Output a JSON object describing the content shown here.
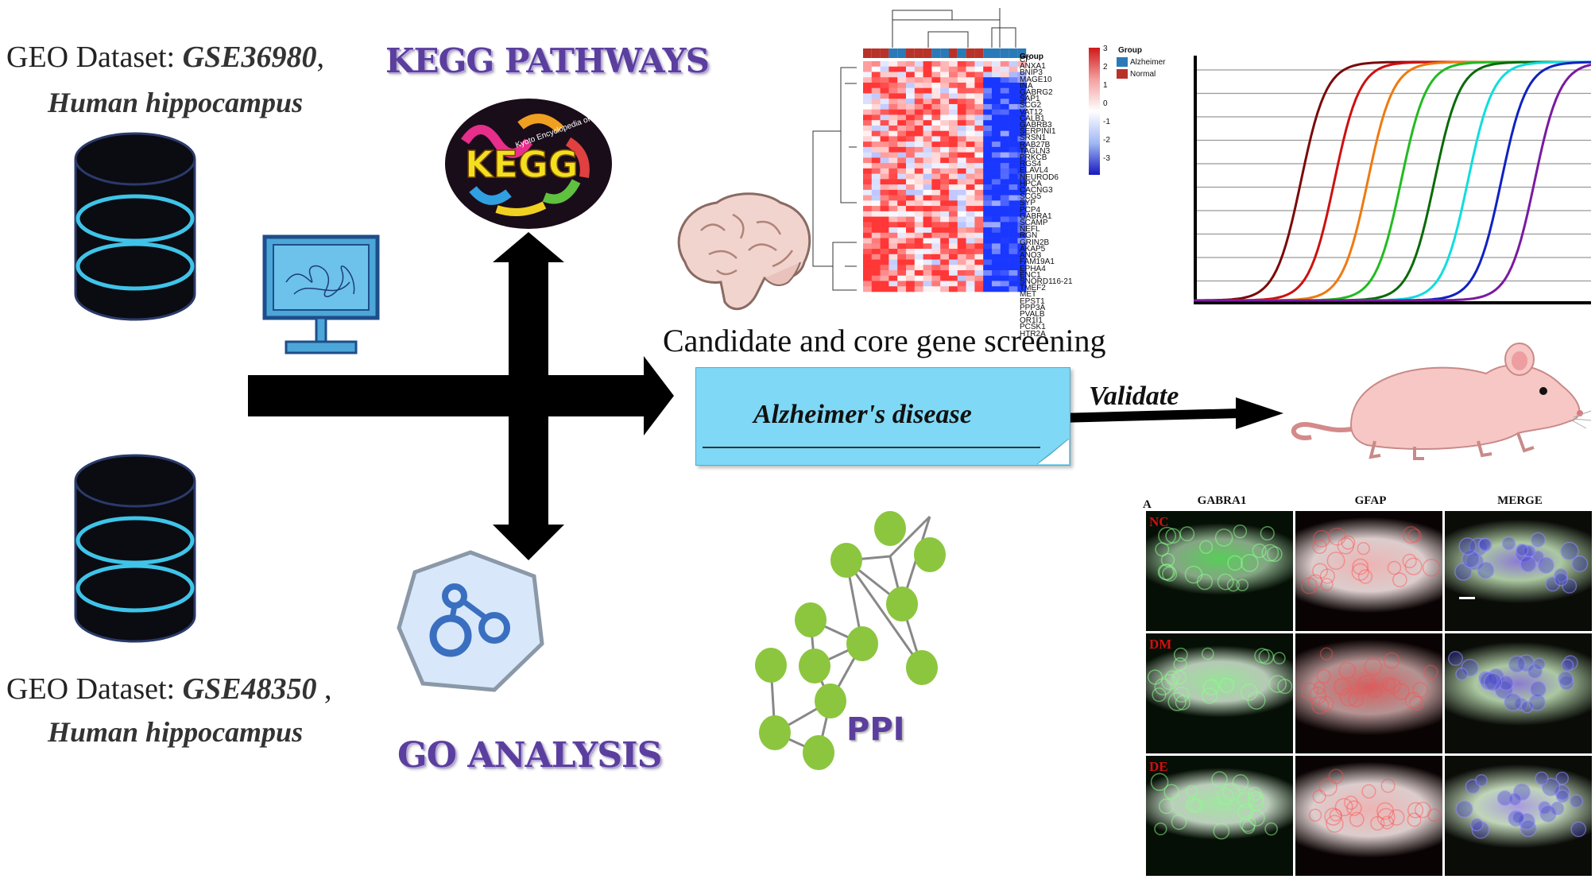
{
  "datasets": [
    {
      "prefix": "GEO Dataset: ",
      "id": "GSE36980",
      "suffix": ",",
      "tissue": "Human hippocampus"
    },
    {
      "prefix": "GEO Dataset: ",
      "id": "GSE48350",
      "suffix": " ,",
      "tissue": "Human hippocampus"
    }
  ],
  "kegg": {
    "title": "KEGG PATHWAYS",
    "logo_text": "KEGG",
    "logo_subtitle": "Kyoto Encyclopedia of Genes and Genomes"
  },
  "go": {
    "title": "GO ANALYSIS"
  },
  "screening": {
    "label": "Candidate and core gene screening"
  },
  "disease": {
    "label": "Alzheimer's disease"
  },
  "validate": {
    "label": "Validate"
  },
  "ppi": {
    "label": "PPI"
  },
  "heatmap": {
    "group_label": "Group",
    "legend_title": "Group",
    "legend_items": [
      {
        "label": "Alzheimer",
        "color": "#2a7ab8"
      },
      {
        "label": "Normal",
        "color": "#b8322a"
      }
    ],
    "scale_ticks": [
      "3",
      "2",
      "1",
      "0",
      "-1",
      "-2",
      "-3"
    ],
    "genes": [
      "CP",
      "ANXA1",
      "BNIP3",
      "MAGE10",
      "INA",
      "GABRG2",
      "SAP1",
      "SCG2",
      "VAT12",
      "CALB1",
      "GABRB3",
      "SERPINI1",
      "SRSN1",
      "RAB27B",
      "TAGLN3",
      "PRKCB",
      "RGS4",
      "ELAVL4",
      "NEUROD6",
      "HPCA",
      "CACNG3",
      "SCG5",
      "SYP",
      "PCP4",
      "GABRA1",
      "SCAMP",
      "NEFL",
      "RGN",
      "GRIN2B",
      "AKAP5",
      "ANO3",
      "FAM19A1",
      "EPHA4",
      "ENC1",
      "SNORD116-21",
      "TMEF2",
      "MET",
      "EPST1",
      "PPP3A",
      "PVALB",
      "OR1I1",
      "PCSK1",
      "HTR2A"
    ]
  },
  "microscopy": {
    "panel_label": "A",
    "columns": [
      "GABRA1",
      "GFAP",
      "MERGE"
    ],
    "rows": [
      "NC",
      "DM",
      "DE"
    ]
  },
  "curve_colors": [
    "#7a0a0a",
    "#cc1111",
    "#ee7a10",
    "#22bb22",
    "#0a6a0a",
    "#10dddd",
    "#1022c0",
    "#7a1aa0"
  ]
}
